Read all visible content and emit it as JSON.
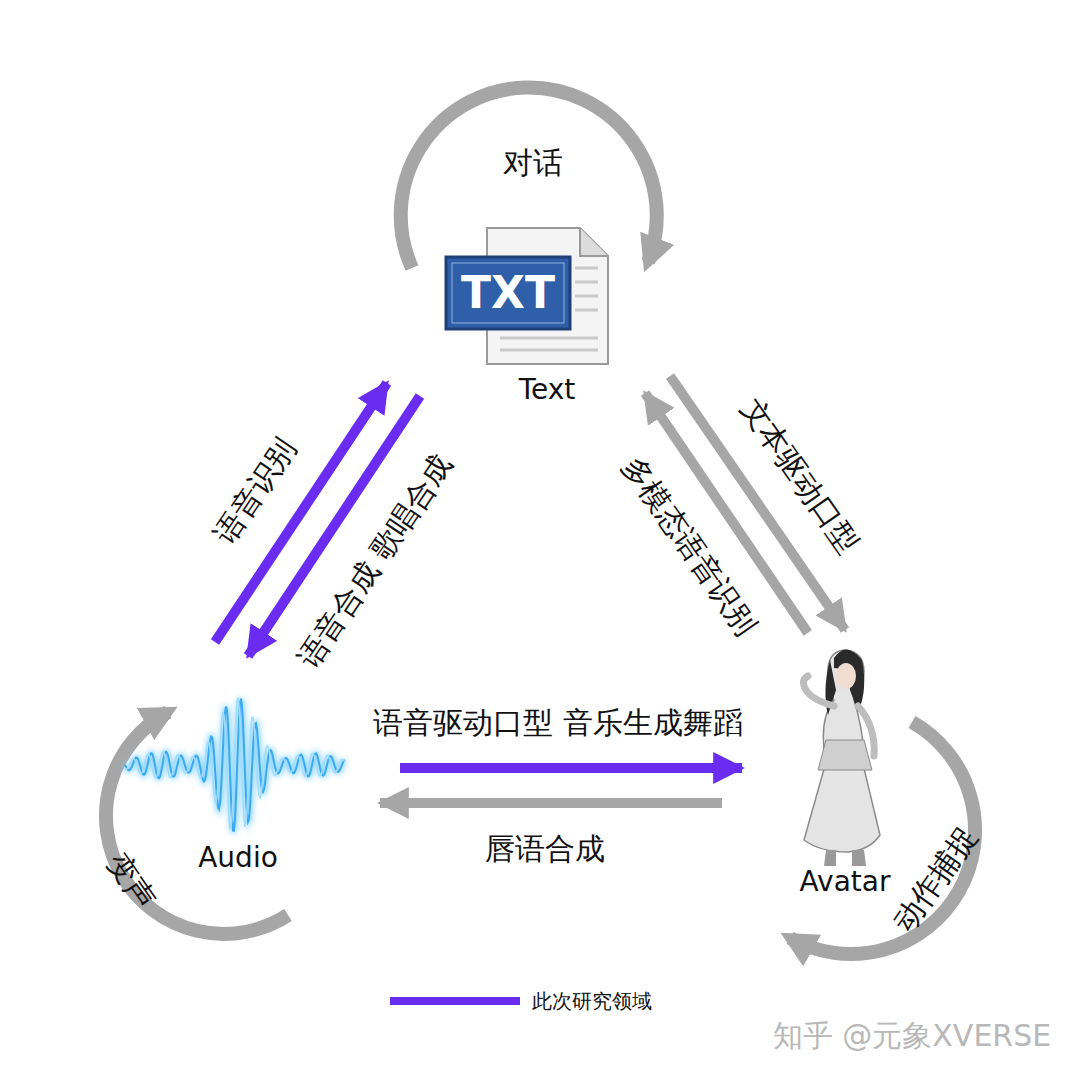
{
  "diagram": {
    "nodes": [
      {
        "text": [
          "TXT",
          "Text"
        ]
      },
      {
        "text": [
          "Audio"
        ]
      },
      {
        "text": [
          "Avatar"
        ]
      }
    ],
    "edges": [
      {
        "from": 0,
        "to": 0,
        "label": "对话",
        "arrow": "to"
      },
      {
        "from": 1,
        "to": 0,
        "label": "语音识别",
        "arrow": "to"
      },
      {
        "from": 0,
        "to": 1,
        "label": "语音合成 歌唱合成",
        "arrow": "to"
      },
      {
        "from": 0,
        "to": 2,
        "label": "文本驱动口型",
        "arrow": "to"
      },
      {
        "from": 2,
        "to": 0,
        "label": "多模态语音识别",
        "arrow": "to"
      },
      {
        "from": 1,
        "to": 2,
        "label": "语音驱动口型 音乐生成舞蹈",
        "arrow": "to"
      },
      {
        "from": 2,
        "to": 1,
        "label": "唇语合成",
        "arrow": "to"
      },
      {
        "from": 1,
        "to": 1,
        "label": "变声",
        "arrow": "to"
      },
      {
        "from": 2,
        "to": 2,
        "label": "动作捕捉",
        "arrow": "to"
      }
    ],
    "labels": [
      "知乎 @元象XVERSE"
    ],
    "legend": [
      {
        "text": "此次研究领域",
        "color": "#6a2cf0"
      }
    ]
  }
}
